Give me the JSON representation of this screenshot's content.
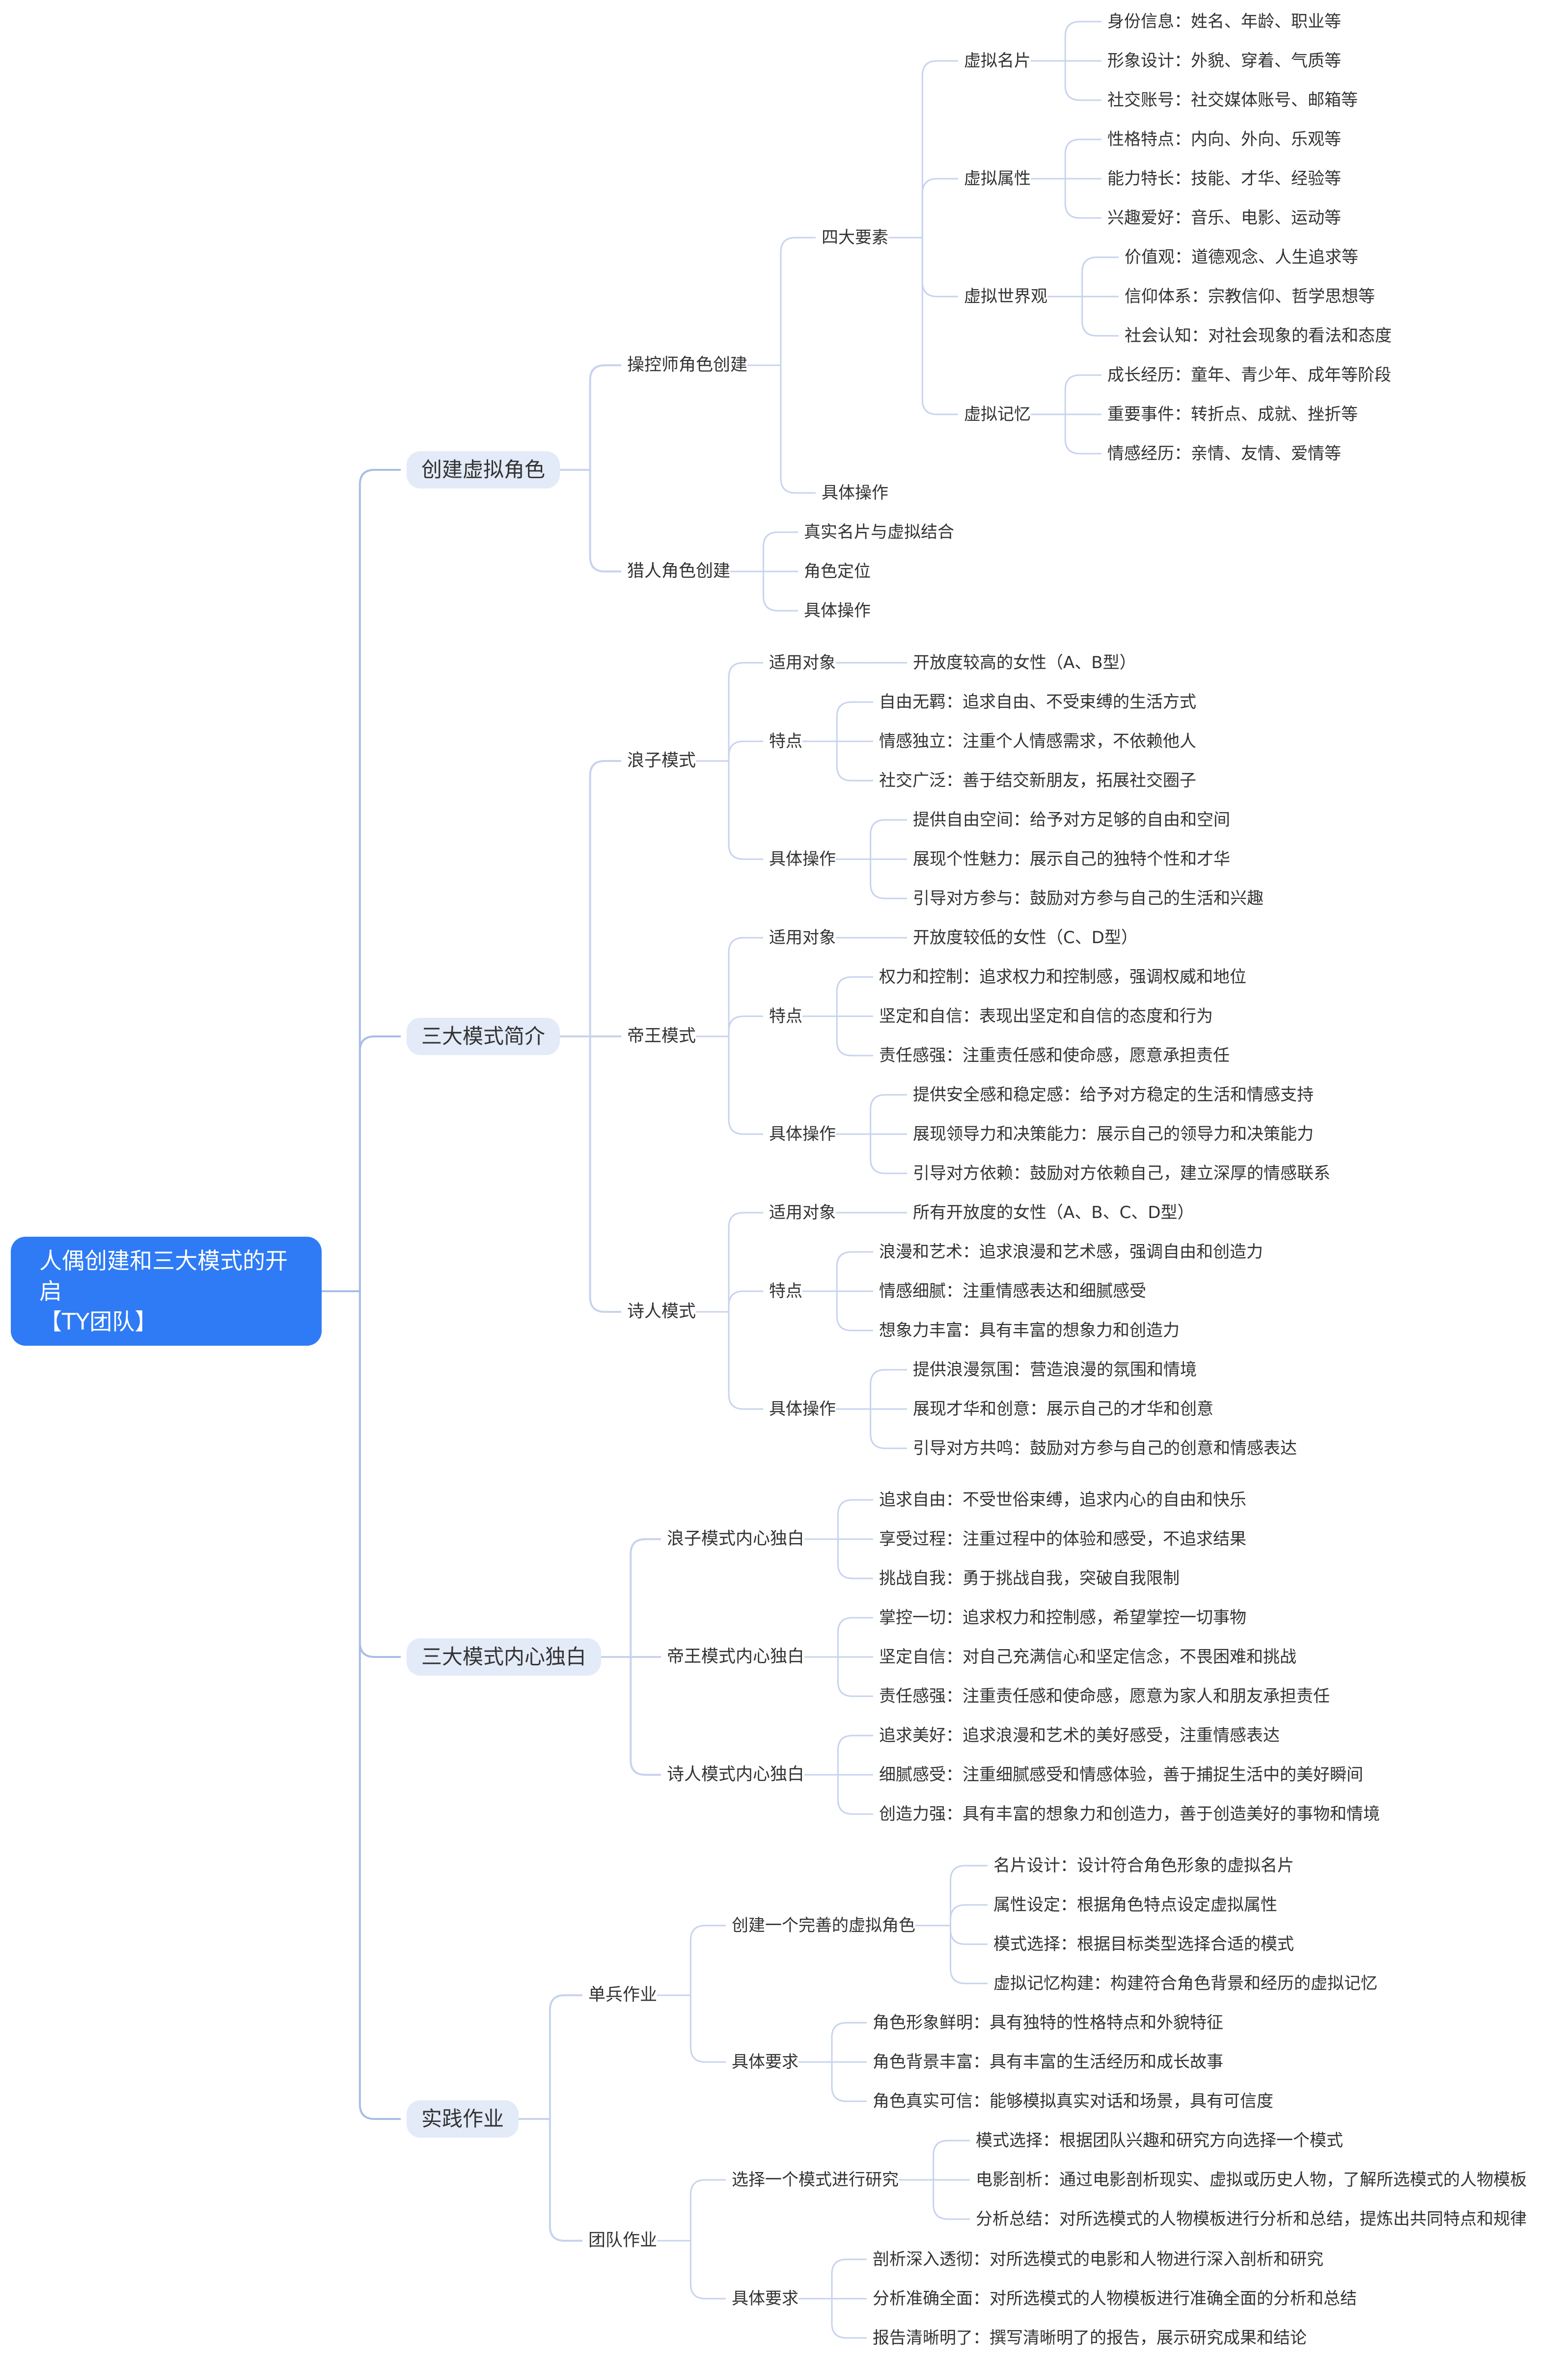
{
  "root": {
    "text": "人偶创建和三大模式的开启【TY团队】",
    "children": [
      {
        "text": "创建虚拟角色",
        "children": [
          {
            "text": "操控师角色创建",
            "children": [
              {
                "text": "四大要素",
                "children": [
                  {
                    "text": "虚拟名片",
                    "children": [
                      {
                        "text": "身份信息：姓名、年龄、职业等"
                      },
                      {
                        "text": "形象设计：外貌、穿着、气质等"
                      },
                      {
                        "text": "社交账号：社交媒体账号、邮箱等"
                      }
                    ]
                  },
                  {
                    "text": "虚拟属性",
                    "children": [
                      {
                        "text": "性格特点：内向、外向、乐观等"
                      },
                      {
                        "text": "能力特长：技能、才华、经验等"
                      },
                      {
                        "text": "兴趣爱好：音乐、电影、运动等"
                      }
                    ]
                  },
                  {
                    "text": "虚拟世界观",
                    "children": [
                      {
                        "text": "价值观：道德观念、人生追求等"
                      },
                      {
                        "text": "信仰体系：宗教信仰、哲学思想等"
                      },
                      {
                        "text": "社会认知：对社会现象的看法和态度"
                      }
                    ]
                  },
                  {
                    "text": "虚拟记忆",
                    "children": [
                      {
                        "text": "成长经历：童年、青少年、成年等阶段"
                      },
                      {
                        "text": "重要事件：转折点、成就、挫折等"
                      },
                      {
                        "text": "情感经历：亲情、友情、爱情等"
                      }
                    ]
                  }
                ]
              },
              {
                "text": "具体操作"
              }
            ]
          },
          {
            "text": "猎人角色创建",
            "children": [
              {
                "text": "真实名片与虚拟结合"
              },
              {
                "text": "角色定位"
              },
              {
                "text": "具体操作"
              }
            ]
          }
        ]
      },
      {
        "text": "三大模式简介",
        "children": [
          {
            "text": "浪子模式",
            "children": [
              {
                "text": "适用对象",
                "children": [
                  {
                    "text": "开放度较高的女性（A、B型）"
                  }
                ]
              },
              {
                "text": "特点",
                "children": [
                  {
                    "text": "自由无羁：追求自由、不受束缚的生活方式"
                  },
                  {
                    "text": "情感独立：注重个人情感需求，不依赖他人"
                  },
                  {
                    "text": "社交广泛：善于结交新朋友，拓展社交圈子"
                  }
                ]
              },
              {
                "text": "具体操作",
                "children": [
                  {
                    "text": "提供自由空间：给予对方足够的自由和空间"
                  },
                  {
                    "text": "展现个性魅力：展示自己的独特个性和才华"
                  },
                  {
                    "text": "引导对方参与：鼓励对方参与自己的生活和兴趣"
                  }
                ]
              }
            ]
          },
          {
            "text": "帝王模式",
            "children": [
              {
                "text": "适用对象",
                "children": [
                  {
                    "text": "开放度较低的女性（C、D型）"
                  }
                ]
              },
              {
                "text": "特点",
                "children": [
                  {
                    "text": "权力和控制：追求权力和控制感，强调权威和地位"
                  },
                  {
                    "text": "坚定和自信：表现出坚定和自信的态度和行为"
                  },
                  {
                    "text": "责任感强：注重责任感和使命感，愿意承担责任"
                  }
                ]
              },
              {
                "text": "具体操作",
                "children": [
                  {
                    "text": "提供安全感和稳定感：给予对方稳定的生活和情感支持"
                  },
                  {
                    "text": "展现领导力和决策能力：展示自己的领导力和决策能力"
                  },
                  {
                    "text": "引导对方依赖：鼓励对方依赖自己，建立深厚的情感联系"
                  }
                ]
              }
            ]
          },
          {
            "text": "诗人模式",
            "children": [
              {
                "text": "适用对象",
                "children": [
                  {
                    "text": "所有开放度的女性（A、B、C、D型）"
                  }
                ]
              },
              {
                "text": "特点",
                "children": [
                  {
                    "text": "浪漫和艺术：追求浪漫和艺术感，强调自由和创造力"
                  },
                  {
                    "text": "情感细腻：注重情感表达和细腻感受"
                  },
                  {
                    "text": "想象力丰富：具有丰富的想象力和创造力"
                  }
                ]
              },
              {
                "text": "具体操作",
                "children": [
                  {
                    "text": "提供浪漫氛围：营造浪漫的氛围和情境"
                  },
                  {
                    "text": "展现才华和创意：展示自己的才华和创意"
                  },
                  {
                    "text": "引导对方共鸣：鼓励对方参与自己的创意和情感表达"
                  }
                ]
              }
            ]
          }
        ]
      },
      {
        "text": "三大模式内心独白",
        "children": [
          {
            "text": "浪子模式内心独白",
            "children": [
              {
                "text": "追求自由：不受世俗束缚，追求内心的自由和快乐"
              },
              {
                "text": "享受过程：注重过程中的体验和感受，不追求结果"
              },
              {
                "text": "挑战自我：勇于挑战自我，突破自我限制"
              }
            ]
          },
          {
            "text": "帝王模式内心独白",
            "children": [
              {
                "text": "掌控一切：追求权力和控制感，希望掌控一切事物"
              },
              {
                "text": "坚定自信：对自己充满信心和坚定信念，不畏困难和挑战"
              },
              {
                "text": "责任感强：注重责任感和使命感，愿意为家人和朋友承担责任"
              }
            ]
          },
          {
            "text": "诗人模式内心独白",
            "children": [
              {
                "text": "追求美好：追求浪漫和艺术的美好感受，注重情感表达"
              },
              {
                "text": "细腻感受：注重细腻感受和情感体验，善于捕捉生活中的美好瞬间"
              },
              {
                "text": "创造力强：具有丰富的想象力和创造力，善于创造美好的事物和情境"
              }
            ]
          }
        ]
      },
      {
        "text": "实践作业",
        "children": [
          {
            "text": "单兵作业",
            "children": [
              {
                "text": "创建一个完善的虚拟角色",
                "children": [
                  {
                    "text": "名片设计：设计符合角色形象的虚拟名片"
                  },
                  {
                    "text": "属性设定：根据角色特点设定虚拟属性"
                  },
                  {
                    "text": "模式选择：根据目标类型选择合适的模式"
                  },
                  {
                    "text": "虚拟记忆构建：构建符合角色背景和经历的虚拟记忆"
                  }
                ]
              },
              {
                "text": "具体要求",
                "children": [
                  {
                    "text": "角色形象鲜明：具有独特的性格特点和外貌特征"
                  },
                  {
                    "text": "角色背景丰富：具有丰富的生活经历和成长故事"
                  },
                  {
                    "text": "角色真实可信：能够模拟真实对话和场景，具有可信度"
                  }
                ]
              }
            ]
          },
          {
            "text": "团队作业",
            "children": [
              {
                "text": "选择一个模式进行研究",
                "children": [
                  {
                    "text": "模式选择：根据团队兴趣和研究方向选择一个模式"
                  },
                  {
                    "text": "电影剖析：通过电影剖析现实、虚拟或历史人物，了解所选模式的人物模板"
                  },
                  {
                    "text": "分析总结：对所选模式的人物模板进行分析和总结，提炼出共同特点和规律"
                  }
                ]
              },
              {
                "text": "具体要求",
                "children": [
                  {
                    "text": "剖析深入透彻：对所选模式的电影和人物进行深入剖析和研究"
                  },
                  {
                    "text": "分析准确全面：对所选模式的人物模板进行准确全面的分析和总结"
                  },
                  {
                    "text": "报告清晰明了：撰写清晰明了的报告，展示研究成果和结论"
                  }
                ]
              }
            ]
          }
        ]
      }
    ]
  }
}
